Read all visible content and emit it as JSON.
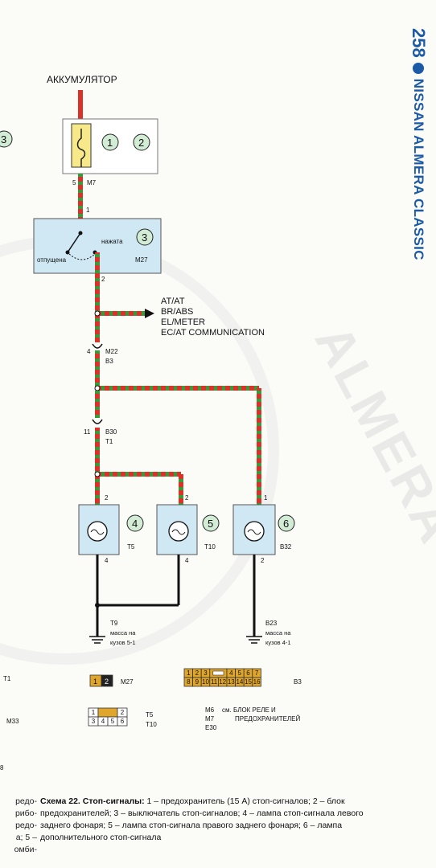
{
  "header": {
    "page_number": "258",
    "book_title": "NISSAN ALMERA CLASSIC"
  },
  "watermark": "ALMERA CLASSIC",
  "diagram": {
    "source_label": "АККУМУЛЯТОР",
    "fuse_block": {
      "pin5": "5",
      "connector": "M7",
      "num1": "1",
      "num2": "2"
    },
    "switch": {
      "pin1": "1",
      "pin2": "2",
      "pressed_label": "нажата",
      "released_label": "отпущена",
      "num": "3",
      "connector": "M27"
    },
    "branch_labels": [
      "AT/AT",
      "BR/ABS",
      "EL/METER",
      "EC/AT COMMUNICATION"
    ],
    "conn_m22": {
      "pin": "4",
      "name": "M22",
      "name2": "B3"
    },
    "conn_b30": {
      "pin": "11",
      "name": "B30",
      "name2": "T1"
    },
    "lamp4": {
      "num": "4",
      "connector": "T5",
      "pin_top": "2",
      "pin_bottom": "4"
    },
    "lamp5": {
      "num": "5",
      "connector": "T10",
      "pin_top": "2",
      "pin_bottom": "4"
    },
    "lamp6": {
      "num": "6",
      "connector": "B32",
      "pin_top": "1",
      "pin_bottom": "2"
    },
    "ground1": {
      "name": "T9",
      "line1": "масса на",
      "line2": "кузов 5-1"
    },
    "ground2": {
      "name": "B23",
      "line1": "масса на",
      "line2": "кузов 4-1"
    },
    "left_edge": {
      "n3": "3",
      "t1": "T1",
      "m33": "M33",
      "n8": "8"
    },
    "pinouts": {
      "m27_pins": [
        "1",
        "2"
      ],
      "m27_name": "M27",
      "b3_row1": [
        "1",
        "2",
        "3",
        "4",
        "5",
        "6",
        "7"
      ],
      "b3_row2": [
        "8",
        "9",
        "10",
        "11",
        "12",
        "13",
        "14",
        "15",
        "16"
      ],
      "b3_name": "B3",
      "t5_row1": [
        "1",
        "2"
      ],
      "t5_row2": [
        "3",
        "4",
        "5",
        "6"
      ],
      "t5_name": "T5",
      "t10_name": "T10",
      "relay_conns": [
        "M6",
        "M7",
        "E30"
      ],
      "relay_note_1": "см. БЛОК РЕЛЕ И",
      "relay_note_2": "ПРЕДОХРАНИТЕЛЕЙ"
    }
  },
  "caption": {
    "title": "Схема 22. Стоп-сигналы:",
    "text": " 1 – предохранитель (15 А) стоп-сигналов; 2 – блок предохранителей; 3 – выключатель стоп-сигналов; 4 – лампа стоп-сигнала левого заднего фонаря; 5 – лампа стоп-сигнала правого заднего фонаря; 6 – лампа дополнительного стоп-сигнала"
  },
  "cut_text": [
    "редо-",
    "рибо-",
    "редо-",
    "а; 5 –",
    "омби-"
  ],
  "colors": {
    "wire_red": "#d8322a",
    "wire_green": "#3a9a3a",
    "component_fill": "#cfe8f4",
    "accent_blue": "#1a5aa6",
    "pin_yellow": "#e0a62c"
  }
}
